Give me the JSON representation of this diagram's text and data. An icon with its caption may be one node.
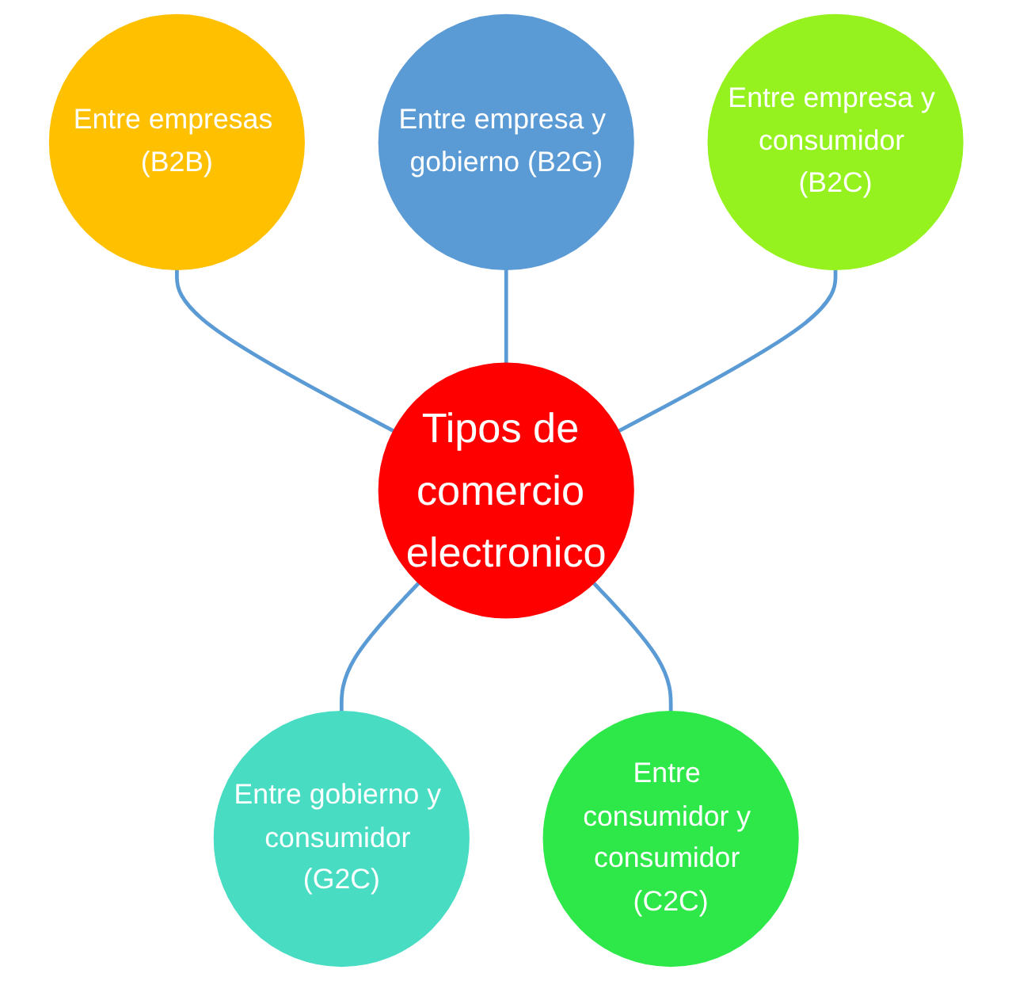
{
  "diagram": {
    "nodes": [
      {
        "text": [
          "Entre empresas (B2B)"
        ]
      },
      {
        "text": [
          "Entre empresa y gobierno (B2G)"
        ]
      },
      {
        "text": [
          "Tipos de comercio electronico"
        ]
      },
      {
        "text": [
          "Entre empresa y consumidor (B2C)"
        ]
      },
      {
        "text": [
          "Entre gobierno y consumidor (G2C)"
        ]
      },
      {
        "text": [
          "Entre consumidor y consumidor (C2C)"
        ]
      }
    ],
    "edges": [
      {
        "from": 0,
        "to": 2,
        "arrow": "none"
      },
      {
        "from": 1,
        "to": 2,
        "arrow": "none"
      },
      {
        "from": 3,
        "to": 2,
        "arrow": "none"
      },
      {
        "from": 2,
        "to": 4,
        "arrow": "none"
      },
      {
        "from": 2,
        "to": 5,
        "arrow": "none"
      }
    ]
  }
}
